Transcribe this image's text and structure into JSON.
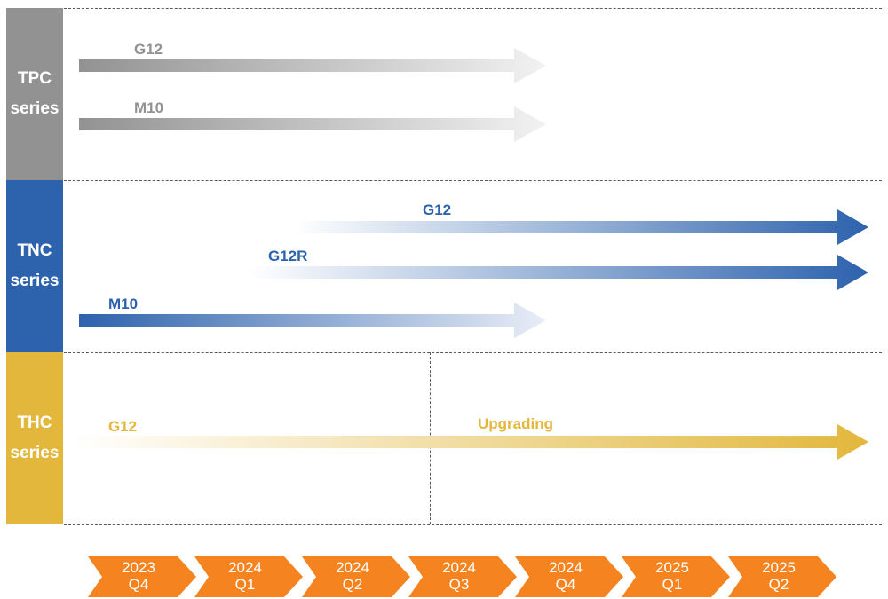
{
  "colors": {
    "tpc": "#929292",
    "tnc": "#2d62ad",
    "thc": "#e2b73c",
    "timeline": "#f5831f"
  },
  "series": [
    {
      "id": "tpc",
      "label_line1": "TPC",
      "label_line2": "series",
      "color": "#929292",
      "arrows": [
        {
          "label": "G12",
          "start_color": "#929292",
          "end_color": "#f2f2f2"
        },
        {
          "label": "M10",
          "start_color": "#929292",
          "end_color": "#f2f2f2"
        }
      ]
    },
    {
      "id": "tnc",
      "label_line1": "TNC",
      "label_line2": "series",
      "color": "#2d62ad",
      "arrows": [
        {
          "label": "G12",
          "start_color": "#ffffff",
          "end_color": "#2d62ad"
        },
        {
          "label": "G12R",
          "start_color": "#ffffff",
          "end_color": "#2d62ad"
        },
        {
          "label": "M10",
          "start_color": "#2d62ad",
          "end_color": "#e9eef7"
        }
      ]
    },
    {
      "id": "thc",
      "label_line1": "THC",
      "label_line2": "series",
      "color": "#e2b73c",
      "arrows": [
        {
          "label": "G12",
          "secondary_label": "Upgrading",
          "start_color": "#ffffff",
          "end_color": "#e2b73c"
        }
      ]
    }
  ],
  "timeline": [
    {
      "year": "2023",
      "quarter": "Q4"
    },
    {
      "year": "2024",
      "quarter": "Q1"
    },
    {
      "year": "2024",
      "quarter": "Q2"
    },
    {
      "year": "2024",
      "quarter": "Q3"
    },
    {
      "year": "2024",
      "quarter": "Q4"
    },
    {
      "year": "2025",
      "quarter": "Q1"
    },
    {
      "year": "2025",
      "quarter": "Q2"
    }
  ]
}
